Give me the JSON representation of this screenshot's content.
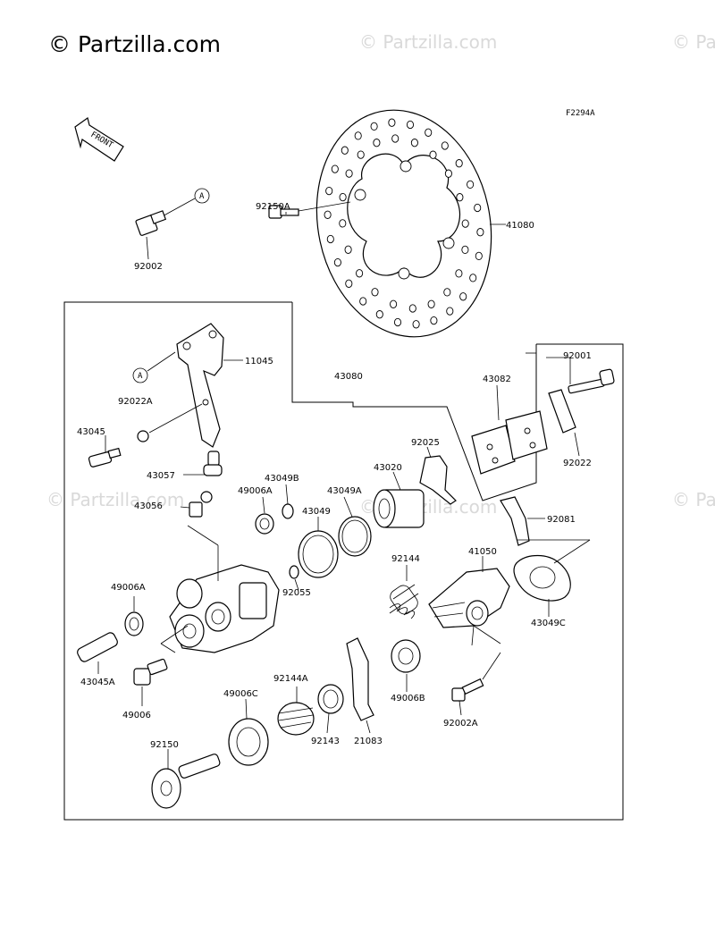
{
  "watermark": {
    "brand": "© Partzilla.com",
    "repeat_text": "© Partzilla.com"
  },
  "figure_code": "F2294A",
  "front_label": "FRONT",
  "callout_letter": "A",
  "parts": {
    "p92002": "92002",
    "p92150A": "92150A",
    "p41080": "41080",
    "p11045": "11045",
    "p92022A": "92022A",
    "p43080": "43080",
    "p43082": "43082",
    "p92001": "92001",
    "p92022": "92022",
    "p43045": "43045",
    "p43057": "43057",
    "p43049B": "43049B",
    "p92025": "92025",
    "p43020": "43020",
    "p49006A_top": "49006A",
    "p43049A": "43049A",
    "p43049": "43049",
    "p43056": "43056",
    "p92081": "92081",
    "p92144": "92144",
    "p41050": "41050",
    "p49006A_left": "49006A",
    "p92055": "92055",
    "p43049C": "43049C",
    "p43045A": "43045A",
    "p49006B": "49006B",
    "p92144A": "92144A",
    "p49006": "49006",
    "p49006C": "49006C",
    "p92143": "92143",
    "p21083": "21083",
    "p92002A": "92002A",
    "p92150": "92150"
  }
}
